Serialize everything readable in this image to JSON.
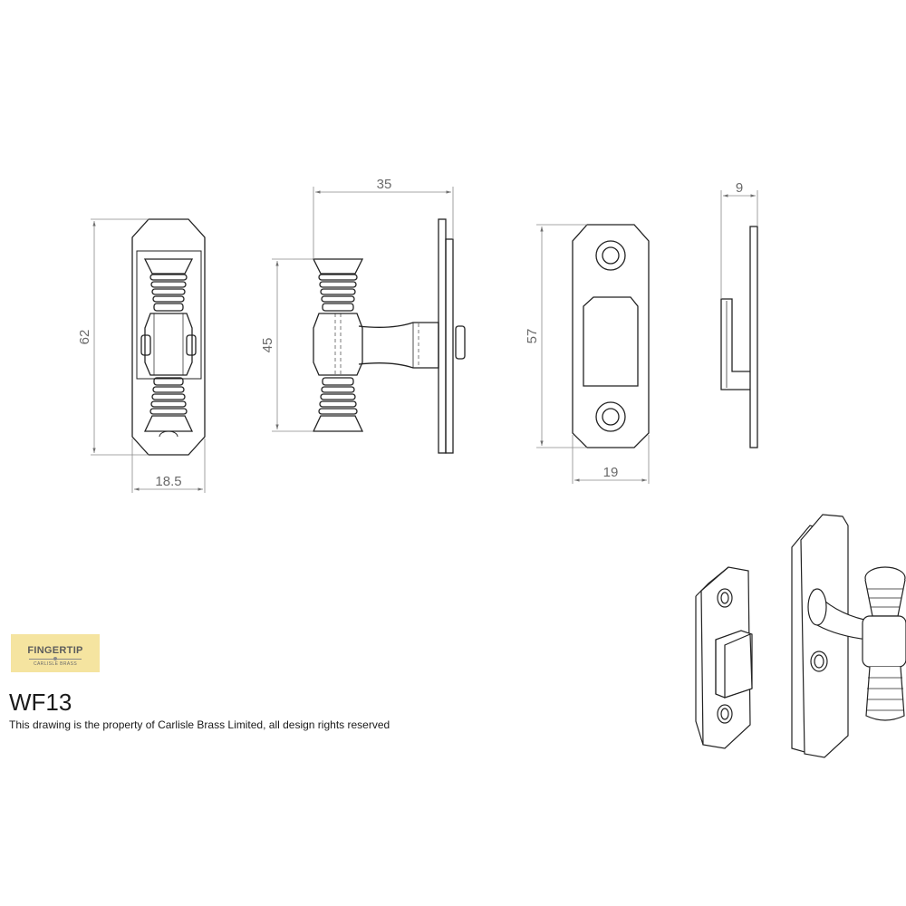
{
  "dimensions": {
    "front_height": "62",
    "front_width": "18.5",
    "side_depth": "35",
    "side_height": "45",
    "keep_height": "57",
    "keep_width": "19",
    "keep_depth": "9"
  },
  "logo": {
    "brand": "FINGERTIP",
    "tagline": "CARLISLE BRASS",
    "color": "#f5e4a0"
  },
  "product_code": "WF13",
  "rights_notice": "This drawing is the property of Carlisle Brass Limited, all design rights reserved"
}
